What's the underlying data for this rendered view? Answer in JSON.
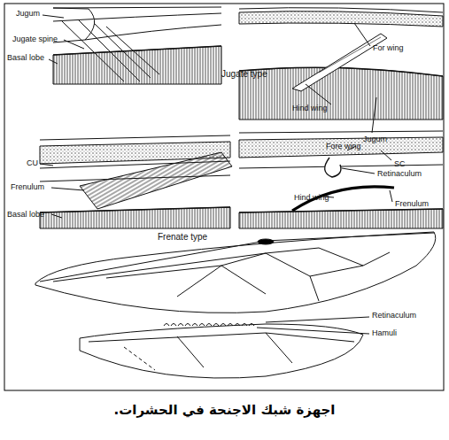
{
  "diagram": {
    "caption": "اجهزة شبك الاجنحة في الحشرات.",
    "labels": [
      "Jugum",
      "Jugate spine",
      "Basal lobe",
      "For wing",
      "Jugate type",
      "Hind wing",
      "Jugum",
      "CU",
      "Frenulum",
      "Basal lobe",
      "Fore wing",
      "SC",
      "Retinaculum",
      "Hind wing",
      "Frenulum",
      "Frenate type",
      "Retinaculum",
      "Hamuli"
    ]
  }
}
